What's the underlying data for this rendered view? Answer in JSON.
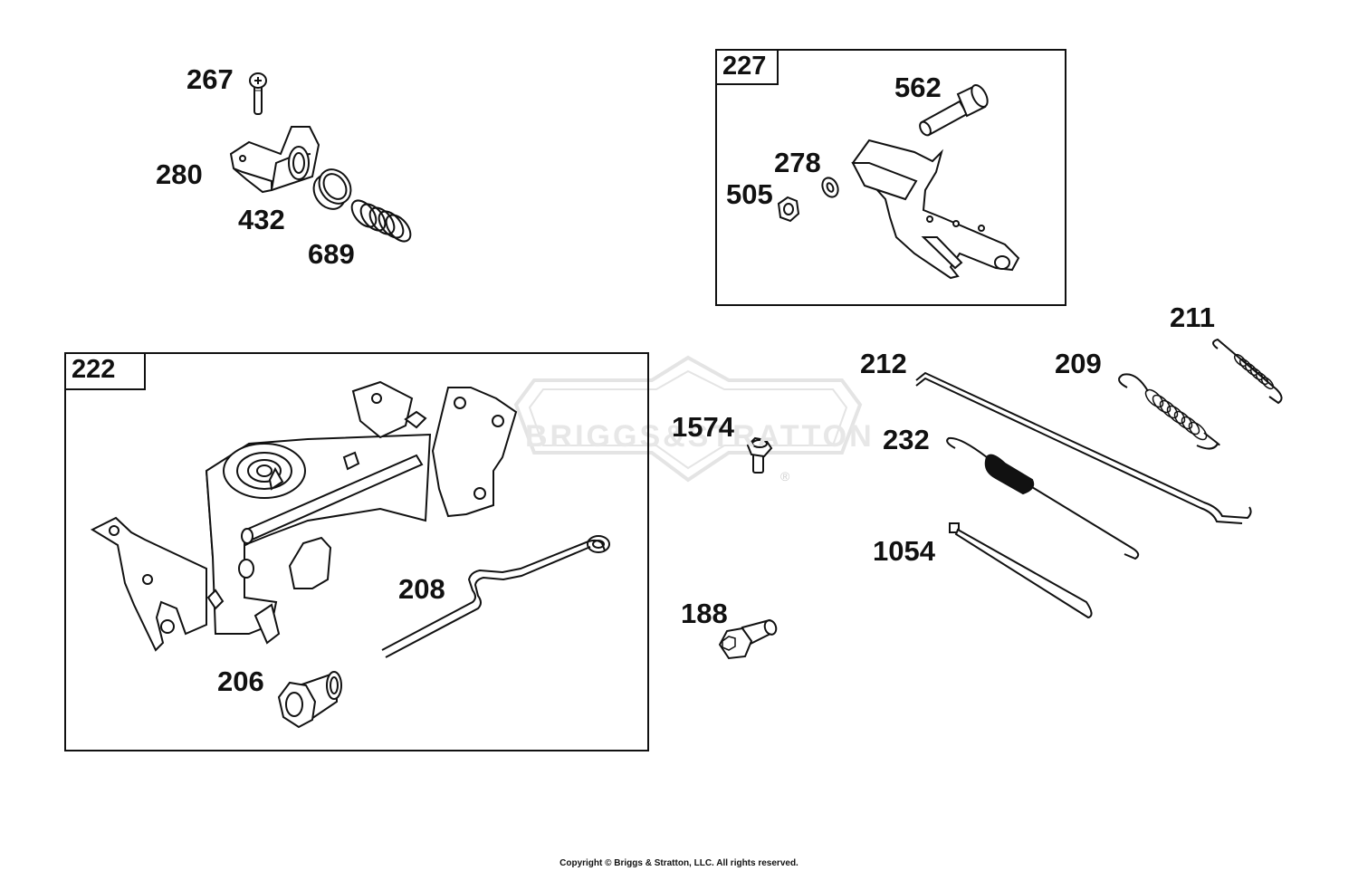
{
  "watermark": {
    "text": "BRIGGS&STRATTON",
    "mark": "®"
  },
  "groups": [
    {
      "id": "222",
      "label": "222"
    },
    {
      "id": "227",
      "label": "227"
    }
  ],
  "parts": [
    {
      "number": "267",
      "label": "267",
      "name": "screw"
    },
    {
      "number": "280",
      "label": "280",
      "name": "bracket"
    },
    {
      "number": "432",
      "label": "432",
      "name": "bushing"
    },
    {
      "number": "689",
      "label": "689",
      "name": "spring"
    },
    {
      "number": "562",
      "label": "562",
      "name": "pin"
    },
    {
      "number": "278",
      "label": "278",
      "name": "washer"
    },
    {
      "number": "505",
      "label": "505",
      "name": "nut"
    },
    {
      "number": "211",
      "label": "211",
      "name": "spring"
    },
    {
      "number": "212",
      "label": "212",
      "name": "link"
    },
    {
      "number": "209",
      "label": "209",
      "name": "spring"
    },
    {
      "number": "1574",
      "label": "1574",
      "name": "screw"
    },
    {
      "number": "232",
      "label": "232",
      "name": "link"
    },
    {
      "number": "1054",
      "label": "1054",
      "name": "tie"
    },
    {
      "number": "208",
      "label": "208",
      "name": "link"
    },
    {
      "number": "188",
      "label": "188",
      "name": "screw"
    },
    {
      "number": "206",
      "label": "206",
      "name": "knob"
    }
  ],
  "copyright": "Copyright © Briggs & Stratton, LLC. All rights reserved."
}
